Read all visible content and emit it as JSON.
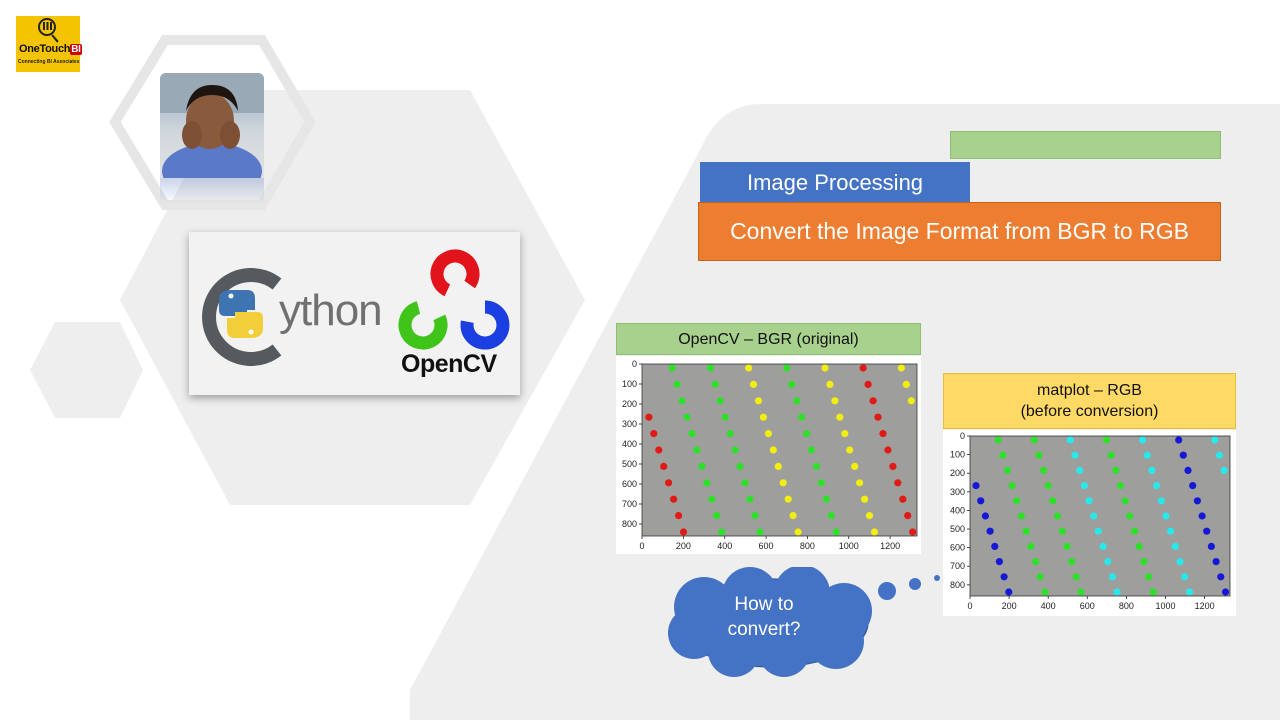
{
  "logo": {
    "brand_prefix": "neTouch",
    "brand_o": "O",
    "brand_bi": "BI",
    "tagline": "Connecting BI Associates"
  },
  "card": {
    "python_text": "ython",
    "opencv_text": "OpenCV"
  },
  "header": {
    "section": "Image Processing",
    "topic": "Convert the Image Format from BGR to RGB"
  },
  "panels": {
    "opencv_label": "OpenCV – BGR (original)",
    "matplot_label_line1": "matplot – RGB",
    "matplot_label_line2": "(before conversion)",
    "x_ticks": [
      "0",
      "200",
      "400",
      "600",
      "800",
      "1000",
      "1200"
    ],
    "y_ticks": [
      "0",
      "100",
      "200",
      "300",
      "400",
      "500",
      "600",
      "700",
      "800"
    ]
  },
  "thought": {
    "line1": "How to",
    "line2": "convert?"
  },
  "colors": {
    "blue": "#4472c4",
    "orange": "#ed7d31",
    "green": "#a9d18e",
    "yellow": "#ffd966"
  }
}
